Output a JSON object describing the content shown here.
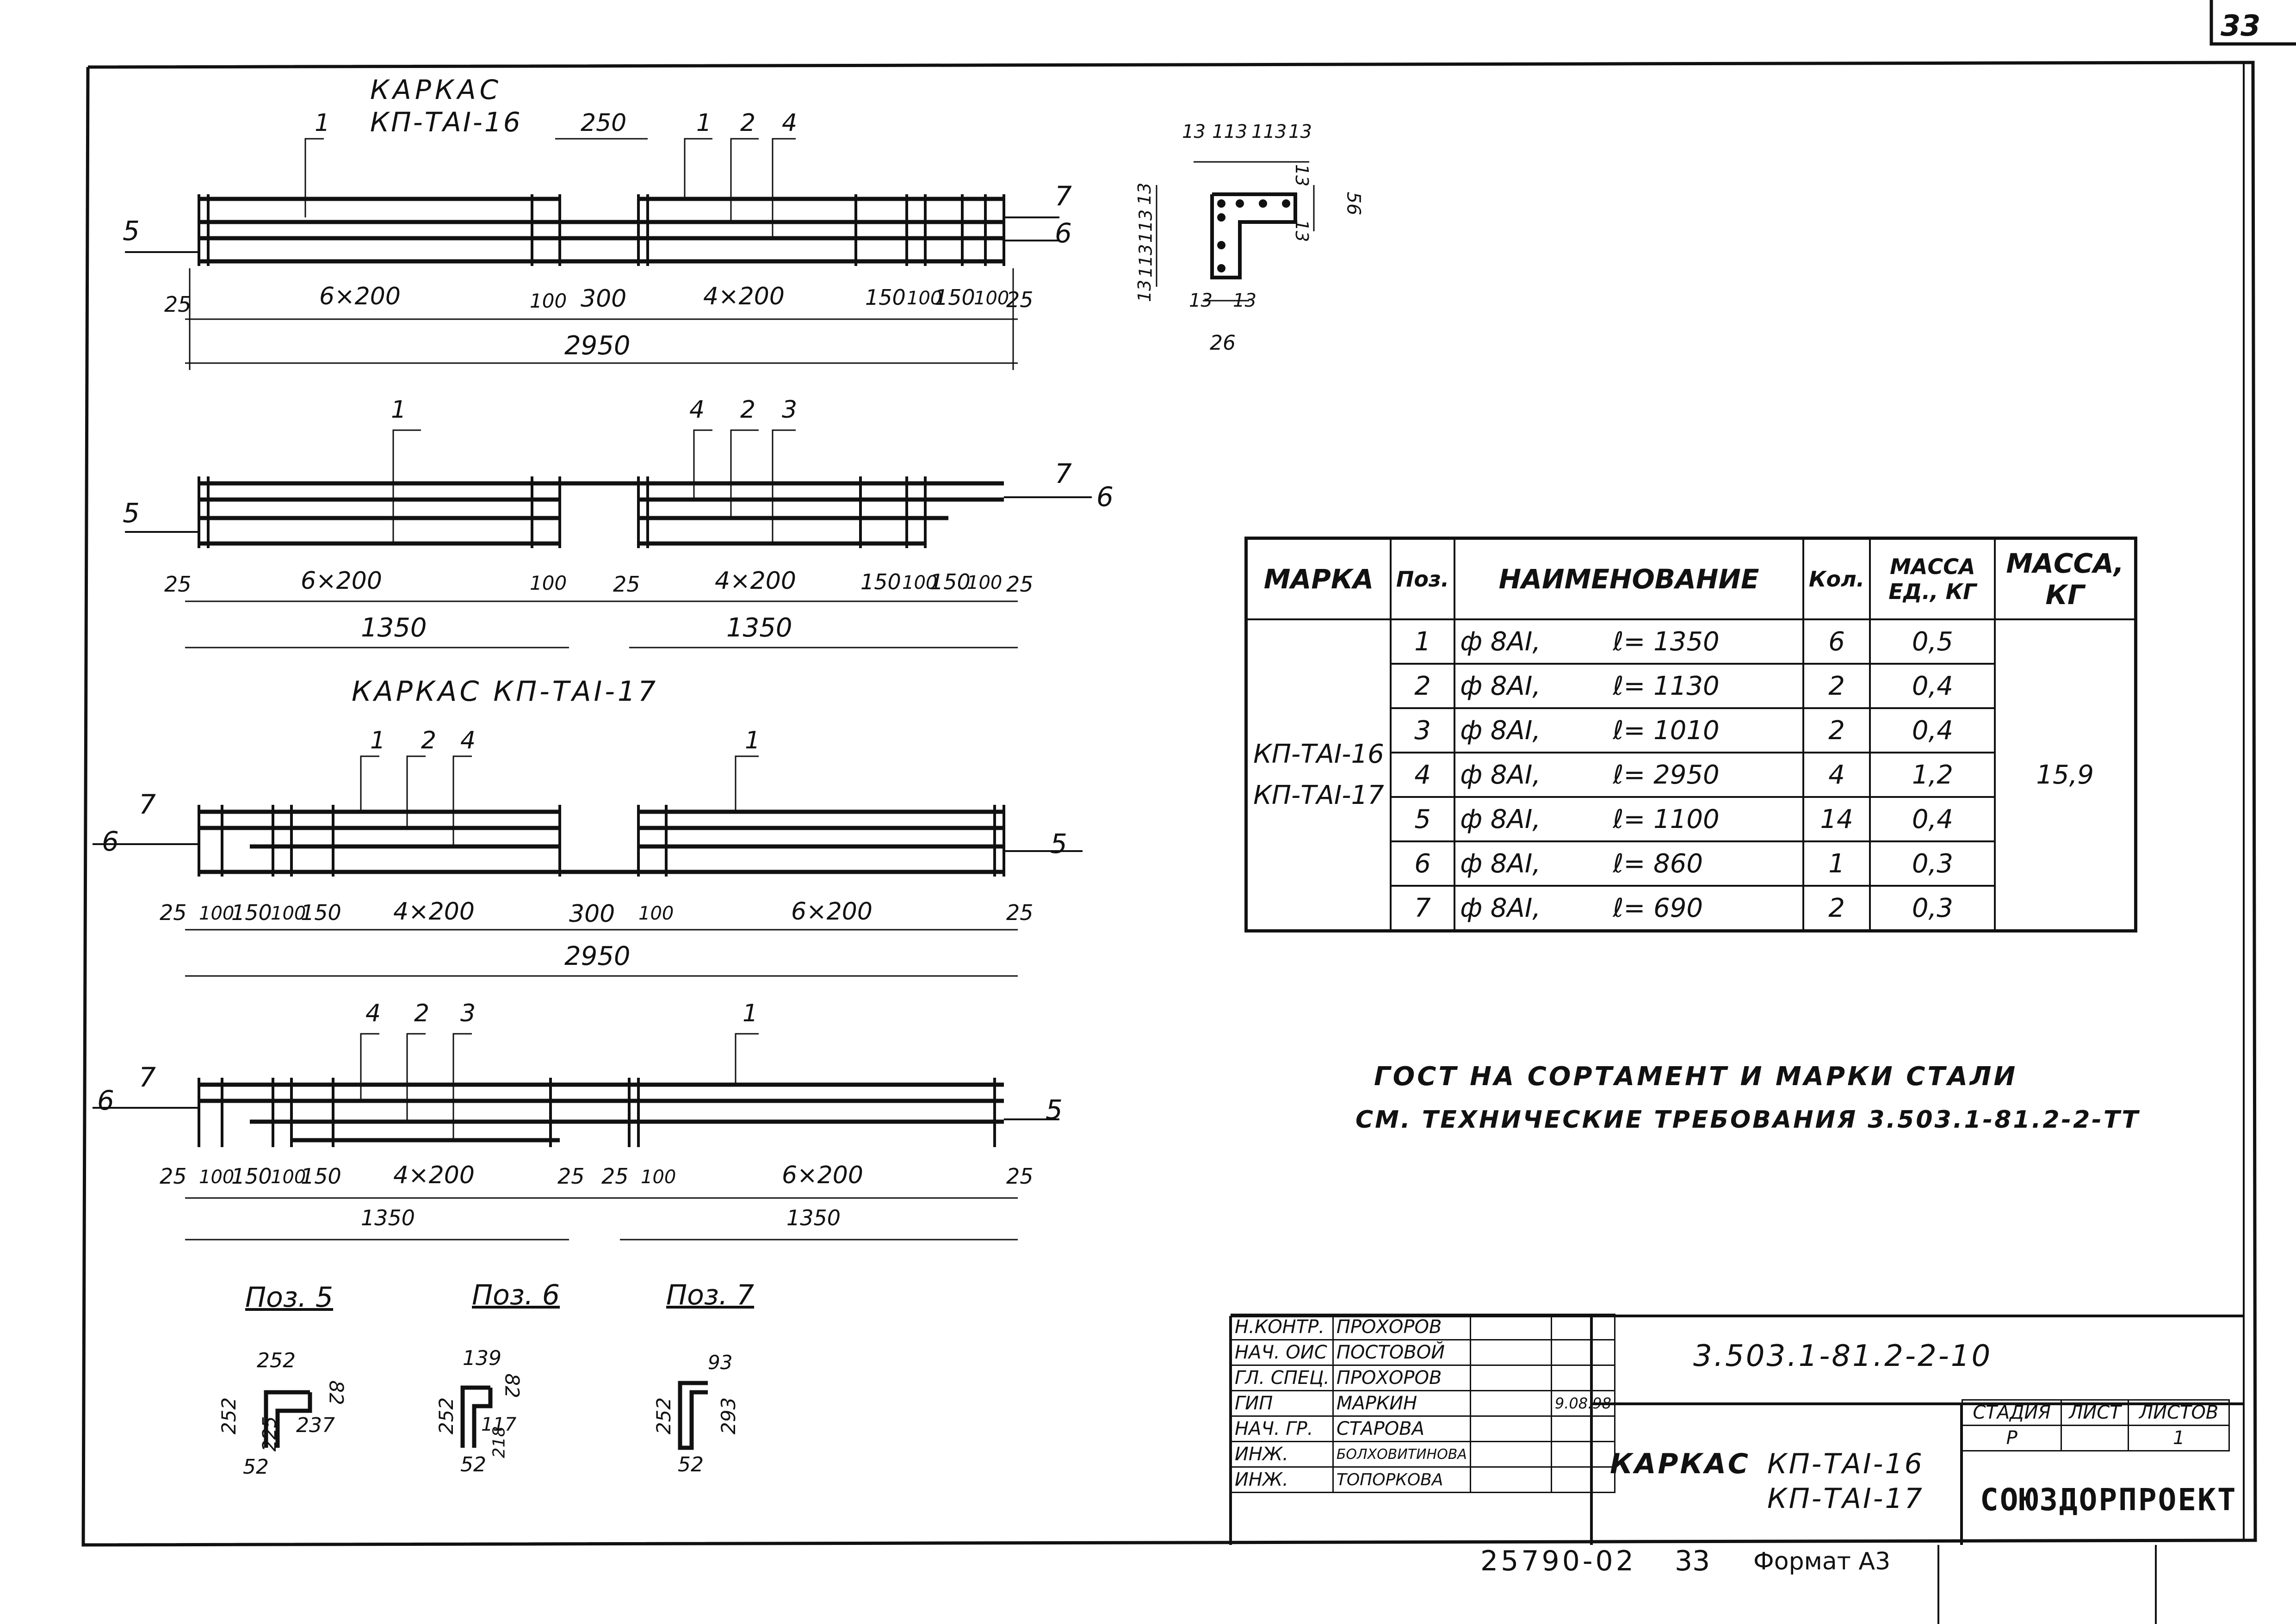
{
  "page_number": "33",
  "frame_title": "КАРКАС",
  "frame_subtitle": "КП-ТАI-16",
  "frame17_title": "КАРКАС КП-ТАI-17",
  "frame1": {
    "dims": [
      "25",
      "6×200",
      "100",
      "300",
      "4×200",
      "150",
      "100",
      "150",
      "100",
      "25"
    ],
    "top_dim": "250",
    "total": "2950",
    "labels": [
      "1",
      "1",
      "2",
      "4",
      "5",
      "6",
      "7"
    ]
  },
  "frame2": {
    "dims_left": [
      "25",
      "6×200",
      "100"
    ],
    "dims_right": [
      "25",
      "4×200",
      "150",
      "100",
      "150",
      "100",
      "25"
    ],
    "totals": [
      "1350",
      "1350"
    ],
    "labels": [
      "1",
      "4",
      "2",
      "3",
      "5",
      "6",
      "7"
    ]
  },
  "frame3": {
    "dims": [
      "25",
      "100",
      "150",
      "100",
      "150",
      "4×200",
      "300",
      "100",
      "6×200",
      "25"
    ],
    "total": "2950",
    "labels": [
      "1",
      "2",
      "4",
      "1",
      "5",
      "6",
      "7"
    ]
  },
  "frame4": {
    "dims": [
      "25",
      "100",
      "150",
      "100",
      "150",
      "4×200",
      "25",
      "25",
      "100",
      "6×200",
      "25"
    ],
    "totals": [
      "1350",
      "1350"
    ],
    "labels": [
      "4",
      "2",
      "3",
      "1",
      "5",
      "6",
      "7"
    ]
  },
  "section": {
    "top": [
      "13",
      "113",
      "113",
      "13"
    ],
    "left": [
      "13",
      "113",
      "113",
      "13"
    ],
    "right": [
      "13",
      "13",
      "56"
    ],
    "bottom": [
      "13",
      "13"
    ],
    "width": "26"
  },
  "spec_table": {
    "headers": [
      "МАРКА",
      "Поз.",
      "НАИМЕНОВАНИЕ",
      "Кол.",
      "МАССА ЕД., КГ",
      "МАССА, КГ"
    ],
    "marks": [
      "КП-ТАI-16",
      "КП-ТАI-17"
    ],
    "rows": [
      {
        "pos": "1",
        "name": "ф 8АI,",
        "len": "ℓ= 1350",
        "qty": "6",
        "mass": "0,5"
      },
      {
        "pos": "2",
        "name": "ф 8АI,",
        "len": "ℓ= 1130",
        "qty": "2",
        "mass": "0,4"
      },
      {
        "pos": "3",
        "name": "ф 8АI,",
        "len": "ℓ= 1010",
        "qty": "2",
        "mass": "0,4"
      },
      {
        "pos": "4",
        "name": "ф 8АI,",
        "len": "ℓ= 2950",
        "qty": "4",
        "mass": "1,2"
      },
      {
        "pos": "5",
        "name": "ф 8АI,",
        "len": "ℓ= 1100",
        "qty": "14",
        "mass": "0,4"
      },
      {
        "pos": "6",
        "name": "ф 8АI,",
        "len": "ℓ= 860",
        "qty": "1",
        "mass": "0,3"
      },
      {
        "pos": "7",
        "name": "ф 8АI,",
        "len": "ℓ= 690",
        "qty": "2",
        "mass": "0,3"
      }
    ],
    "total_mass": "15,9"
  },
  "note": {
    "line1": "ГОСТ НА СОРТАМЕНТ И МАРКИ СТАЛИ",
    "line2": "СМ. ТЕХНИЧЕСКИЕ ТРЕБОВАНИЯ 3.503.1-81.2-2-ТТ"
  },
  "bends": [
    {
      "title": "Поз. 5",
      "nums": [
        "252",
        "82",
        "252",
        "225",
        "237",
        "52"
      ]
    },
    {
      "title": "Поз. 6",
      "nums": [
        "139",
        "82",
        "252",
        "117",
        "218",
        "52"
      ]
    },
    {
      "title": "Поз. 7",
      "nums": [
        "93",
        "252",
        "293",
        "52"
      ]
    }
  ],
  "stamp": {
    "doc_code": "3.503.1-81.2-2-10",
    "people": [
      {
        "role": "Н.КОНТР.",
        "name": "ПРОХОРОВ",
        "date": ""
      },
      {
        "role": "НАЧ. ОИС",
        "name": "ПОСТОВОЙ",
        "date": ""
      },
      {
        "role": "ГЛ. СПЕЦ.",
        "name": "ПРОХОРОВ",
        "date": ""
      },
      {
        "role": "ГИП",
        "name": "МАРКИН",
        "date": "9.08.98"
      },
      {
        "role": "НАЧ. ГР.",
        "name": "СТАРОВА",
        "date": ""
      },
      {
        "role": "ИНЖ.",
        "name": "БОЛХОВИТИНОВА",
        "date": ""
      },
      {
        "role": "ИНЖ.",
        "name": "ТОПОРКОВА",
        "date": ""
      }
    ],
    "title_word": "КАРКАС",
    "title_1": "КП-ТАI-16",
    "title_2": "КП-ТАI-17",
    "stage_headers": [
      "СТАДИЯ",
      "ЛИСТ",
      "ЛИСТОВ"
    ],
    "stage_values": [
      "Р",
      "",
      "1"
    ],
    "org": "СОЮЗДОРПРОЕКТ"
  },
  "footer": {
    "inv": "25790-02",
    "sheet": "33",
    "format": "Формат А3"
  }
}
